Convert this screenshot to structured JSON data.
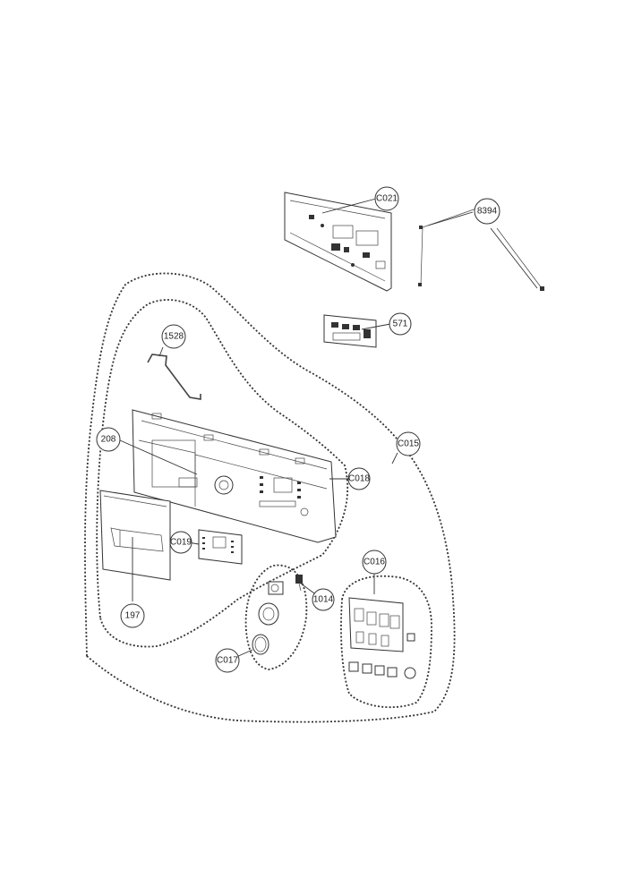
{
  "diagram": {
    "callouts": {
      "c021": "C021",
      "p8394": "8394",
      "p571": "571",
      "p1528": "1528",
      "c015": "C015",
      "p208": "208",
      "c018": "C018",
      "c019": "C019",
      "c016": "C016",
      "p1014": "1014",
      "p197": "197",
      "c017": "C017"
    }
  }
}
